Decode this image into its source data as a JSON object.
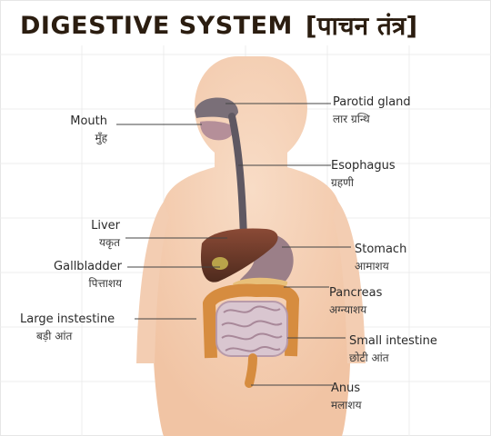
{
  "title": {
    "english": "DIGESTIVE SYSTEM",
    "hindi": "[पाचन तंत्र]"
  },
  "labels": {
    "mouth": {
      "en": "Mouth",
      "hi": "मुँह"
    },
    "parotid": {
      "en": "Parotid gland",
      "hi": "लार ग्रन्थि"
    },
    "esophagus": {
      "en": "Esophagus",
      "hi": "ग्रहणी"
    },
    "liver": {
      "en": "Liver",
      "hi": "यकृत"
    },
    "stomach": {
      "en": "Stomach",
      "hi": "आमाशय"
    },
    "gallbladder": {
      "en": "Gallbladder",
      "hi": "पित्ताशय"
    },
    "pancreas": {
      "en": "Pancreas",
      "hi": "अग्न्याशय"
    },
    "large_intestine": {
      "en": "Large instestine",
      "hi": "बड़ी आंत"
    },
    "small_intestine": {
      "en": "Small intestine",
      "hi": "छोटी आंत"
    },
    "anus": {
      "en": "Anus",
      "hi": "मलाशय"
    }
  },
  "colors": {
    "skin": "#f6d6bd",
    "liver": "#6b3a2a",
    "intestine": "#d48a3c",
    "small_intestine": "#d7c4cf",
    "stomach": "#9a7f86",
    "leader_line": "#444444"
  }
}
